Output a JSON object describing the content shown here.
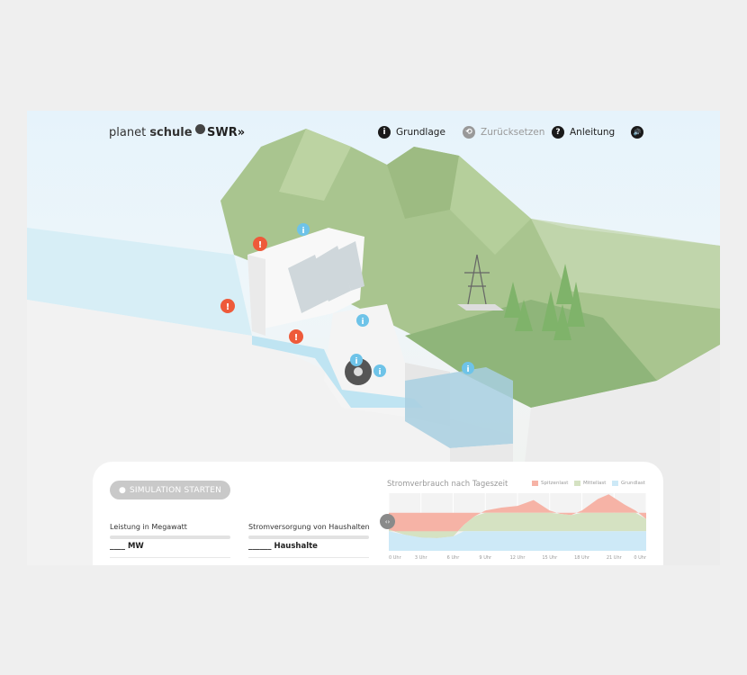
{
  "header": {
    "logo_left": "planet",
    "logo_right": "schule",
    "logo_swr": "SWR»",
    "nav": [
      {
        "label": "Grundlage",
        "icon": "info-icon",
        "symbol": "i"
      },
      {
        "label": "Zurücksetzen",
        "icon": "reset-icon",
        "symbol": "⟲"
      },
      {
        "label": "Anleitung",
        "icon": "help-icon",
        "symbol": "?"
      }
    ],
    "sound_icon": "speaker-icon",
    "sound_symbol": "🔊"
  },
  "scene": {
    "markers": {
      "warning_color": "#ee5a3a",
      "info_color": "#6ec3e8",
      "warning_symbol": "!",
      "info_symbol": "i"
    }
  },
  "panel": {
    "sim_button": "SIMULATION STARTEN",
    "sim_icon": "drop-icon",
    "power_label": "Leistung in Megawatt",
    "power_value": "____ MW",
    "households_label": "Stromversorgung von Haushalten",
    "households_value": "______ Haushalte",
    "handle_symbol": "‹›"
  },
  "chart_data": {
    "type": "area",
    "title": "Stromverbrauch nach Tageszeit",
    "legend": [
      {
        "name": "Spitzenlast",
        "color": "#f6b3a6"
      },
      {
        "name": "Mittellast",
        "color": "#d5e2c2"
      },
      {
        "name": "Grundlast",
        "color": "#cde9f7"
      }
    ],
    "x_tick_labels": [
      "0 Uhr",
      "3 Uhr",
      "6 Uhr",
      "9 Uhr",
      "12 Uhr",
      "15 Uhr",
      "18 Uhr",
      "21 Uhr",
      "0 Uhr"
    ],
    "xlim": [
      0,
      24
    ],
    "ylim": [
      0,
      100
    ],
    "grundlast_level": 34,
    "mittellast_level": 66,
    "total_demand": {
      "x": [
        0,
        1.5,
        3,
        4.5,
        6,
        7,
        8,
        9,
        10.5,
        12,
        13.5,
        15,
        16,
        17,
        18,
        19.5,
        20.5,
        22,
        23,
        24
      ],
      "y": [
        37,
        28,
        23,
        22,
        25,
        45,
        60,
        70,
        75,
        78,
        88,
        70,
        64,
        62,
        70,
        90,
        98,
        80,
        70,
        55
      ]
    }
  }
}
